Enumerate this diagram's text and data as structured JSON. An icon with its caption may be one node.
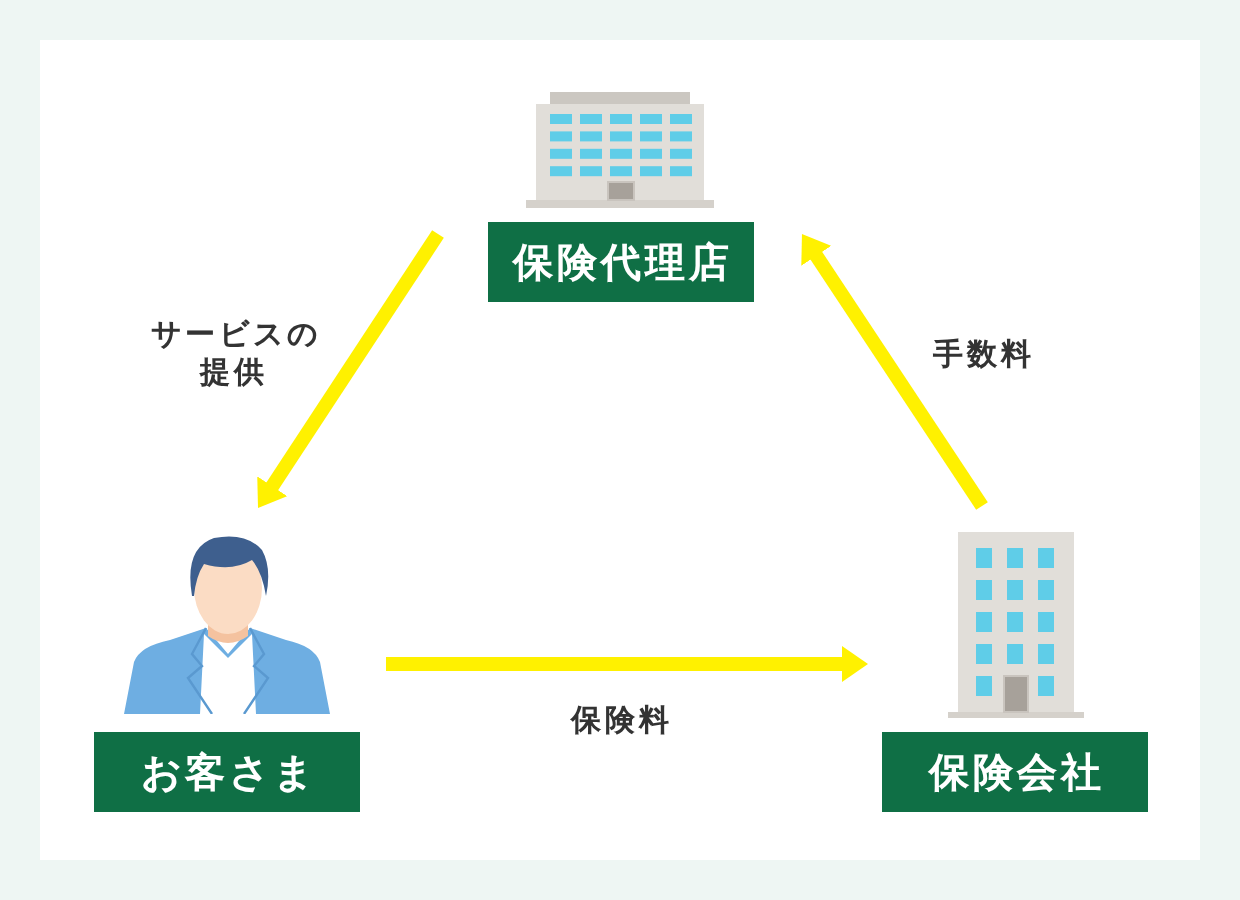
{
  "diagram": {
    "nodes": [
      {
        "text": [
          "保険代理店"
        ]
      },
      {
        "text": [
          "お客さま"
        ]
      },
      {
        "text": [
          "保険会社"
        ]
      }
    ],
    "edges": [
      {
        "from": 0,
        "to": 1,
        "arrow": "to",
        "label": "サービスの提供"
      },
      {
        "from": 1,
        "to": 2,
        "arrow": "to",
        "label": "保険料"
      },
      {
        "from": 2,
        "to": 0,
        "arrow": "to",
        "label": "手数料"
      }
    ]
  }
}
